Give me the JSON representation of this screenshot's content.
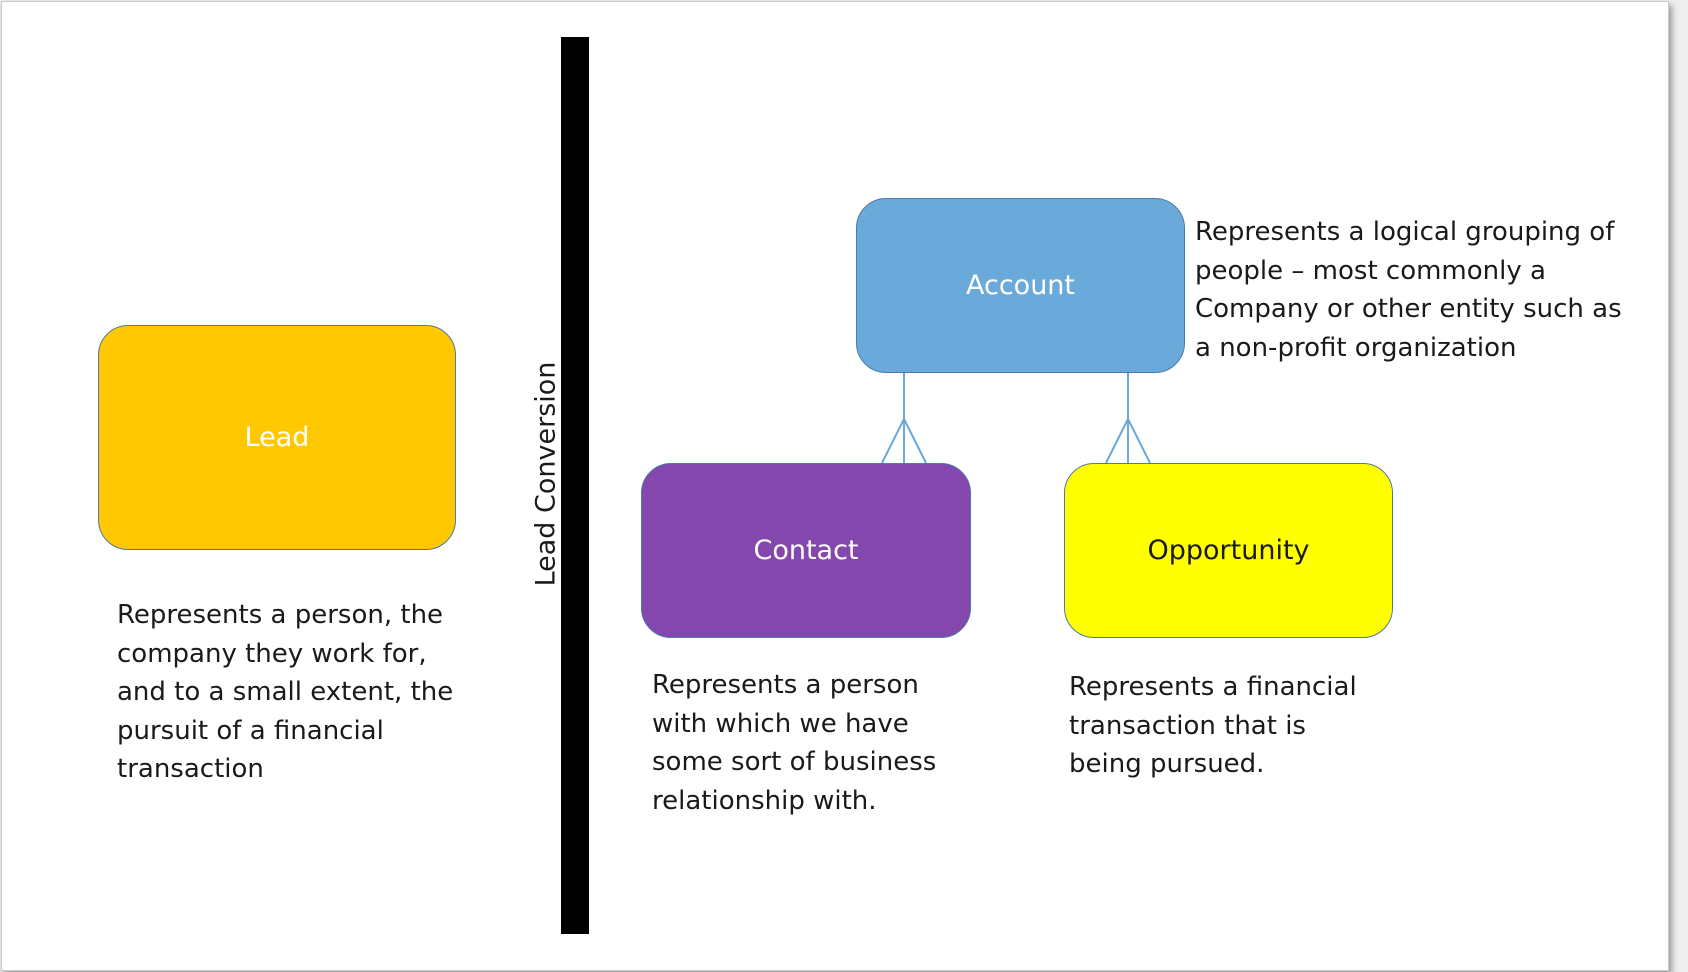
{
  "nodes": {
    "lead": {
      "label": "Lead",
      "color": "#ffc800",
      "text_color": "#ffffff"
    },
    "account": {
      "label": "Account",
      "color": "#6aaadb",
      "text_color": "#ffffff"
    },
    "contact": {
      "label": "Contact",
      "color": "#8447ae",
      "text_color": "#ffffff"
    },
    "opportunity": {
      "label": "Opportunity",
      "color": "#ffff00",
      "text_color": "#1a1a1a"
    }
  },
  "descriptions": {
    "lead": "Represents a person, the\ncompany they work for,\nand to a small extent, the\npursuit of a financial\ntransaction",
    "account": "Represents a logical grouping of\npeople – most commonly a\nCompany or other entity such as\na non-profit organization",
    "contact": "Represents a person\nwith which we have\nsome sort of business\nrelationship with.",
    "opportunity": "Represents a financial\ntransaction that is\nbeing pursued."
  },
  "divider_label": "Lead Conversion",
  "relationships": [
    {
      "from": "Account",
      "to": "Contact",
      "cardinality": "one-to-many"
    },
    {
      "from": "Account",
      "to": "Opportunity",
      "cardinality": "one-to-many"
    }
  ]
}
